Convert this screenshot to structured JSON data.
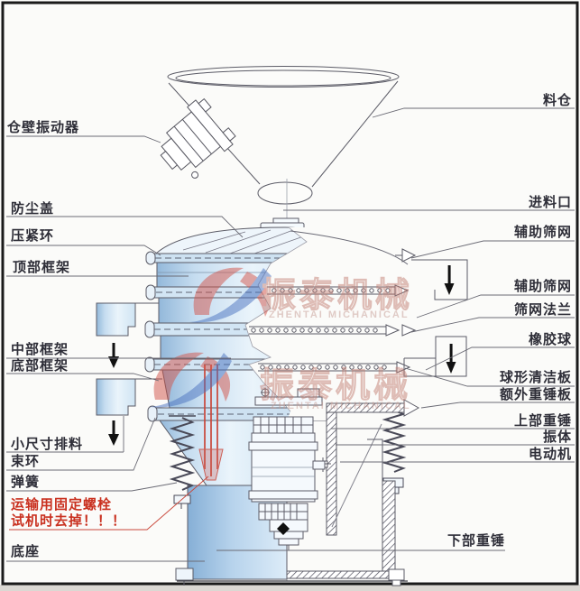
{
  "diagram_title": "",
  "labels_left": [
    {
      "id": "wall-vibrator",
      "text": "仓壁振动器"
    },
    {
      "id": "dust-cover",
      "text": "防尘盖"
    },
    {
      "id": "clamp-ring",
      "text": "压紧环"
    },
    {
      "id": "top-frame",
      "text": "顶部框架"
    },
    {
      "id": "middle-frame",
      "text": "中部框架"
    },
    {
      "id": "bottom-frame",
      "text": "底部框架"
    },
    {
      "id": "small-size-discharge",
      "text": "小尺寸排料"
    },
    {
      "id": "bundle-ring",
      "text": "束环"
    },
    {
      "id": "spring",
      "text": "弹簧"
    },
    {
      "id": "base",
      "text": "底座"
    }
  ],
  "warning": {
    "line1": "运输用固定螺栓",
    "line2": "试机时去掉！！！",
    "color": "#c9301f"
  },
  "labels_right": [
    {
      "id": "hopper",
      "text": "料仓"
    },
    {
      "id": "feed-inlet",
      "text": "进料口"
    },
    {
      "id": "aux-screen-1",
      "text": "辅助筛网"
    },
    {
      "id": "aux-screen-2",
      "text": "辅助筛网"
    },
    {
      "id": "screen-flange",
      "text": "筛网法兰"
    },
    {
      "id": "rubber-ball",
      "text": "橡胶球"
    },
    {
      "id": "ball-cleaning-plate",
      "text": "球形清洁板"
    },
    {
      "id": "extra-weight-plate",
      "text": "额外重锤板"
    },
    {
      "id": "upper-weight",
      "text": "上部重锤"
    },
    {
      "id": "vibrating-body",
      "text": "振体"
    },
    {
      "id": "motor",
      "text": "电动机"
    },
    {
      "id": "lower-weight",
      "text": "下部重锤"
    }
  ],
  "watermark": {
    "cn": "振泰机械",
    "en": "ZHENTAI MICHANICAL"
  },
  "colors": {
    "frame_border": "#1a1a1a",
    "line": "#5b5b66",
    "label_text": "#2e2e38",
    "warning_red": "#c9301f",
    "body_blue": "#a9cbe7",
    "body_blue_light": "#e9f3fa",
    "base_blue": "#8fb6da",
    "watermark_red": "#d2544a",
    "watermark_blue": "#4a72c0"
  }
}
